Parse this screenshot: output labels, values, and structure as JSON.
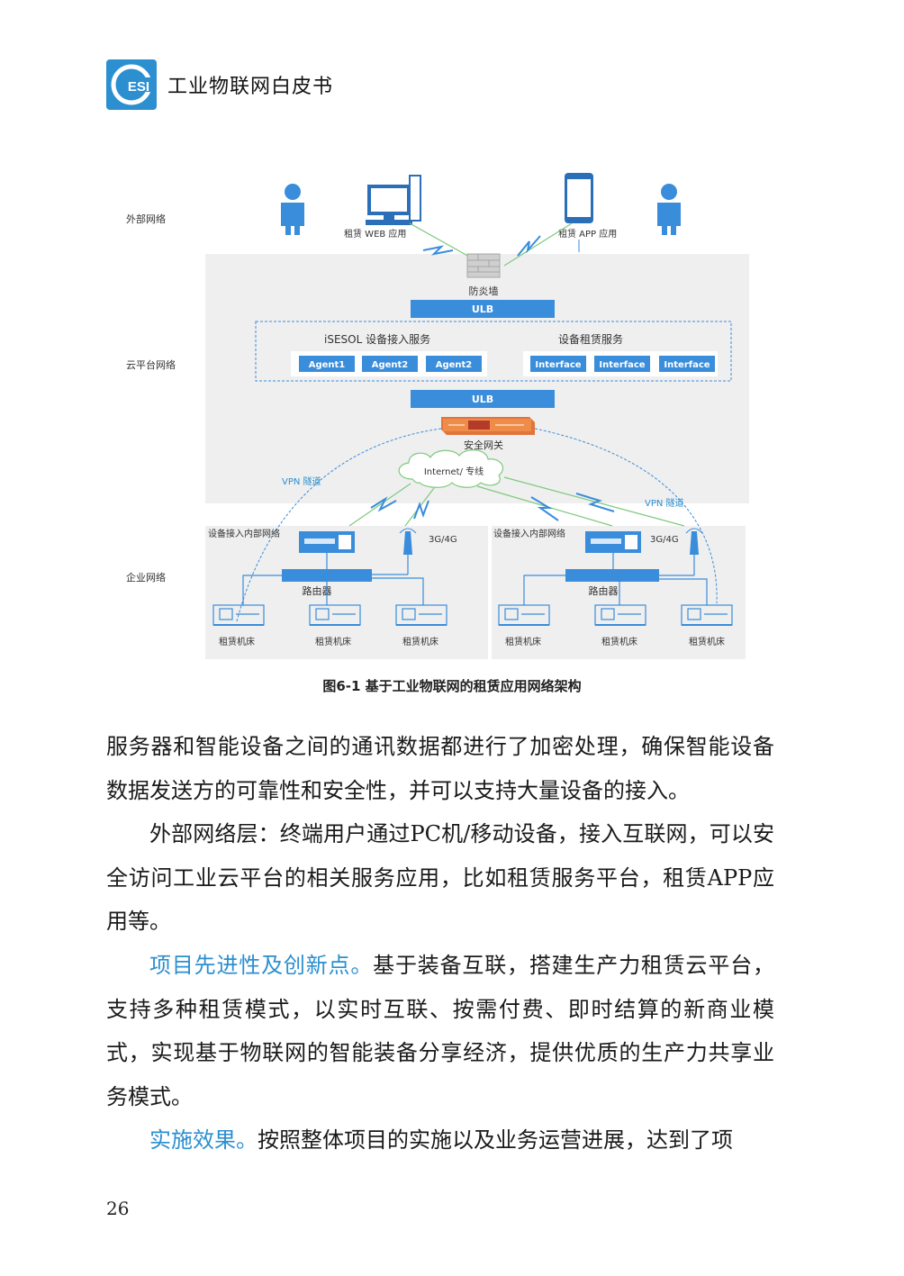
{
  "header": {
    "logo_text": "ESI",
    "title": "工业物联网白皮书"
  },
  "colors": {
    "accent": "#2b8fd0",
    "bar_blue": "#3a8ddb",
    "zone_gray": "#efefef",
    "line_green": "#7ec97e"
  },
  "diagram": {
    "zone_external": "外部网络",
    "zone_cloud": "云平台网络",
    "zone_enterprise": "企业网络",
    "web_app_label": "租赁 WEB 应用",
    "mobile_app_label": "租赁 APP 应用",
    "firewall_label": "防炎墙",
    "ulb_top": "ULB",
    "ulb_bottom": "ULB",
    "access_service_title": "iSESOL 设备接入服务",
    "rental_service_title": "设备租赁服务",
    "agents": [
      "Agent1",
      "Agent2",
      "Agent2"
    ],
    "interfaces": [
      "Interface",
      "Interface",
      "Interface"
    ],
    "gateway_label": "安全网关",
    "internet_label": "Internet/ 专线",
    "vpn_left": "VPN 隧道",
    "vpn_right": "VPN 隧道",
    "left_net_label": "设备接入内部网络",
    "right_net_label": "设备接入内部网络",
    "left_3g": "3G/4G",
    "right_3g": "3G/4G",
    "left_router": "路由器",
    "right_router": "路由器",
    "machines": [
      "租赁机床",
      "租赁机床",
      "租赁机床",
      "租赁机床",
      "租赁机床",
      "租赁机床"
    ]
  },
  "caption": "图6-1  基于工业物联网的租赁应用网络架构",
  "body": {
    "p1": "服务器和智能设备之间的通讯数据都进行了加密处理，确保智能设备数据发送方的可靠性和安全性，并可以支持大量设备的接入。",
    "p2": "外部网络层：终端用户通过PC机/移动设备，接入互联网，可以安全访问工业云平台的相关服务应用，比如租赁服务平台，租赁APP应用等。",
    "p3_head": "项目先进性及创新点。",
    "p3_body": "基于装备互联，搭建生产力租赁云平台，支持多种租赁模式，以实时互联、按需付费、即时结算的新商业模式，实现基于物联网的智能装备分享经济，提供优质的生产力共享业务模式。",
    "p4_head": "实施效果。",
    "p4_body": "按照整体项目的实施以及业务运营进展，达到了项"
  },
  "page_number": "26"
}
